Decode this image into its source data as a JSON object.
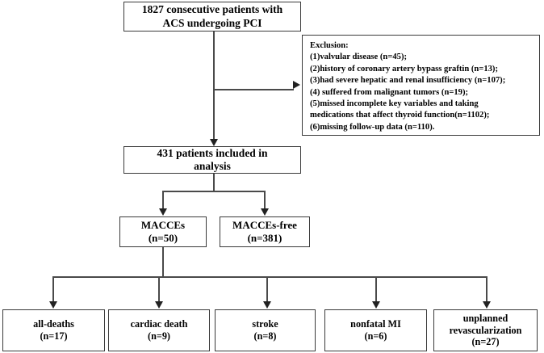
{
  "diagram": {
    "title": "Patient enrollment and outcomes flowchart",
    "line_color": "#4a4a4a",
    "box_border_color": "#3a3a3a",
    "background": "#ffffff"
  },
  "nodes": {
    "top": {
      "label": "1827 consecutive patients with\nACS undergoing PCI",
      "count": 1827
    },
    "exclusion": {
      "label": "Exclusion:\n(1)valvular disease (n=45);\n(2)history of coronary artery bypass graftin (n=13);\n(3)had severe hepatic and renal insufficiency (n=107);\n(4) suffered from  malignant tumors (n=19);\n(5)missed incomplete key variables and taking\nmedications that affect thyroid function(n=1102);\n(6)missing follow-up data  (n=110)."
    },
    "included": {
      "label": "431 patients included in\nanalysis",
      "count": 431
    },
    "macces": {
      "label": "MACCEs\n(n=50)",
      "count": 50
    },
    "macces_free": {
      "label": "MACCEs-free\n(n=381)",
      "count": 381
    }
  },
  "outcomes": [
    {
      "label": "all-deaths\n(n=17)",
      "name": "all-deaths",
      "count": 17
    },
    {
      "label": "cardiac death\n(n=9)",
      "name": "cardiac death",
      "count": 9
    },
    {
      "label": "stroke\n(n=8)",
      "name": "stroke",
      "count": 8
    },
    {
      "label": "nonfatal MI\n(n=6)",
      "name": "nonfatal MI",
      "count": 6
    },
    {
      "label": "unplanned\nrevascularization\n(n=27)",
      "name": "unplanned revascularization",
      "count": 27
    }
  ],
  "exclusion_items": [
    {
      "reason": "valvular disease",
      "n": 45
    },
    {
      "reason": "history of coronary artery bypass graftin",
      "n": 13
    },
    {
      "reason": "had severe hepatic and renal insufficiency",
      "n": 107
    },
    {
      "reason": "suffered from malignant tumors",
      "n": 19
    },
    {
      "reason": "missed incomplete key variables and taking medications that affect thyroid function",
      "n": 1102
    },
    {
      "reason": "missing follow-up data",
      "n": 110
    }
  ]
}
